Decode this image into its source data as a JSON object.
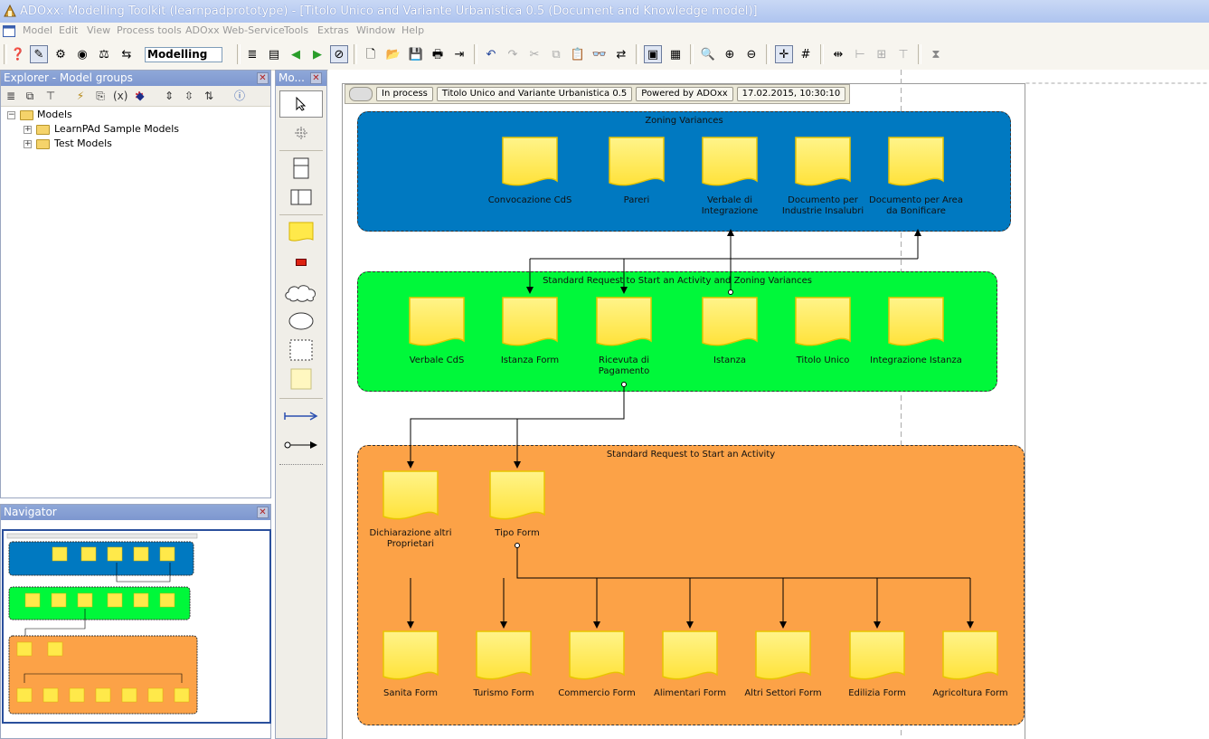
{
  "window": {
    "title": "ADOxx: Modelling Toolkit (learnpadprototype) - [Titolo Unico and Variante Urbanistica 0.5 (Document and Knowledge model)]"
  },
  "menu": [
    "Model",
    "Edit",
    "View",
    "Process tools",
    "ADOxx Web-Service",
    "Tools",
    "Extras",
    "Window",
    "Help"
  ],
  "toolbar": {
    "mode_value": "Modelling"
  },
  "explorer": {
    "title": "Explorer - Model groups",
    "tree": {
      "root": "Models",
      "children": [
        "LearnPAd Sample Models",
        "Test Models"
      ]
    }
  },
  "navigator": {
    "title": "Navigator"
  },
  "palette": {
    "title": "Mo..."
  },
  "canvas": {
    "info": {
      "state": "In process",
      "model_name": "Titolo Unico and Variante Urbanistica 0.5",
      "powered": "Powered by ADOxx",
      "datetime": "17.02.2015, 10:30:10"
    },
    "pools": [
      {
        "label": "Zoning Variances",
        "color": "#0079c1",
        "documents": [
          "Convocazione CdS",
          "Pareri",
          "Verbale di Integrazione",
          "Documento per Industrie Insalubri",
          "Documento per Area da Bonificare"
        ]
      },
      {
        "label": "Standard Request to Start an Activity and Zoning Variances",
        "color": "#00f83a",
        "documents": [
          "Verbale CdS",
          "Istanza Form",
          "Ricevuta di Pagamento",
          "Istanza",
          "Titolo Unico",
          "Integrazione Istanza"
        ]
      },
      {
        "label": "Standard Request to Start an Activity",
        "color": "#fca247",
        "documents": [
          "Dichiarazione altri Proprietari",
          "Tipo Form",
          "Sanita Form",
          "Turismo Form",
          "Commercio Form",
          "Alimentari Form",
          "Altri Settori Form",
          "Edilizia Form",
          "Agricoltura Form"
        ]
      }
    ],
    "document_color": "#ffe94a"
  }
}
